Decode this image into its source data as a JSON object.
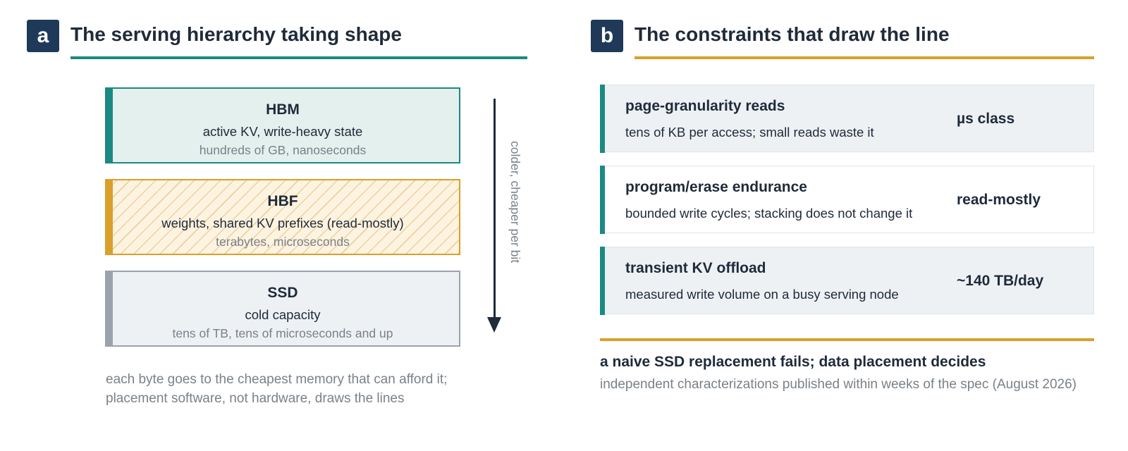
{
  "colors": {
    "teal": "#1a8a82",
    "amber": "#d9a02a",
    "navy": "#1e3a58",
    "gray": "#9aa3ad",
    "muted_text": "#7a8189"
  },
  "panel_a": {
    "letter": "a",
    "title": "The serving hierarchy taking shape",
    "tiers": [
      {
        "name": "HBM",
        "role": "active KV, write-heavy state",
        "spec": "hundreds of GB, nanoseconds"
      },
      {
        "name": "HBF",
        "role": "weights, shared KV prefixes (read-mostly)",
        "spec": "terabytes, microseconds"
      },
      {
        "name": "SSD",
        "role": "cold capacity",
        "spec": "tens of TB, tens of microseconds and up"
      }
    ],
    "axis_label": "colder, cheaper per bit",
    "note": [
      "each byte goes to the cheapest memory that can afford it;",
      "placement software, not hardware, draws the lines"
    ]
  },
  "panel_b": {
    "letter": "b",
    "title": "The constraints that draw the line",
    "constraints": [
      {
        "label": "page-granularity reads",
        "desc": "tens of KB per access; small reads waste it",
        "metric": "µs class"
      },
      {
        "label": "program/erase endurance",
        "desc": "bounded write cycles; stacking does not change it",
        "metric": "read-mostly"
      },
      {
        "label": "transient KV offload",
        "desc": "measured write volume on a busy serving node",
        "metric": "~140 TB/day"
      }
    ],
    "conclusion": "a naive SSD replacement fails; data placement decides",
    "footnote": "independent characterizations published within weeks of the spec (August 2026)"
  }
}
